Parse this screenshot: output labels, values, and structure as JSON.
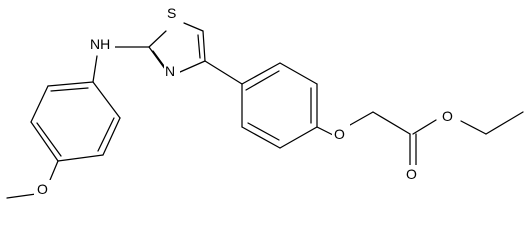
{
  "molecule": {
    "atoms": {
      "S": "S",
      "N_thiazole": "N",
      "NH": "NH",
      "O_ether": "O",
      "O_ester": "O",
      "O_carbonyl": "O",
      "O_methoxy": "O"
    }
  }
}
